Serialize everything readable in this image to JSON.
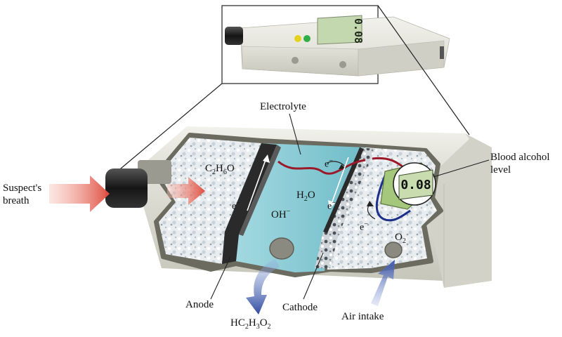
{
  "device": {
    "display_reading": "0.08",
    "zoom_reading": "0.08"
  },
  "labels": {
    "electrolyte": "Electrolyte",
    "blood_alcohol_line1": "Blood alcohol",
    "blood_alcohol_line2": "level",
    "suspect_line1": "Suspect's",
    "suspect_line2": "breath",
    "anode": "Anode",
    "cathode": "Cathode",
    "air_intake": "Air intake"
  },
  "chemistry": {
    "ethanol": [
      "C",
      "2",
      "H",
      "6",
      "O"
    ],
    "water": [
      "H",
      "2",
      "O"
    ],
    "hydroxide": [
      "OH",
      "−"
    ],
    "oxygen": [
      "O",
      "2"
    ],
    "acetic_acid": [
      "HC",
      "2",
      "H",
      "3",
      "O",
      "2"
    ],
    "electron": [
      "e",
      "−"
    ]
  },
  "colors": {
    "casing": "#e4e4dc",
    "electrolyte": "#8ccdd6",
    "electrode": "#2c2c2c",
    "arrow_red": "#e0574a",
    "arrow_blue": "#3f58a8",
    "wire_red": "#9a1a2a",
    "wire_blue": "#1c2f8a",
    "lcd": "#c8dcb0"
  }
}
